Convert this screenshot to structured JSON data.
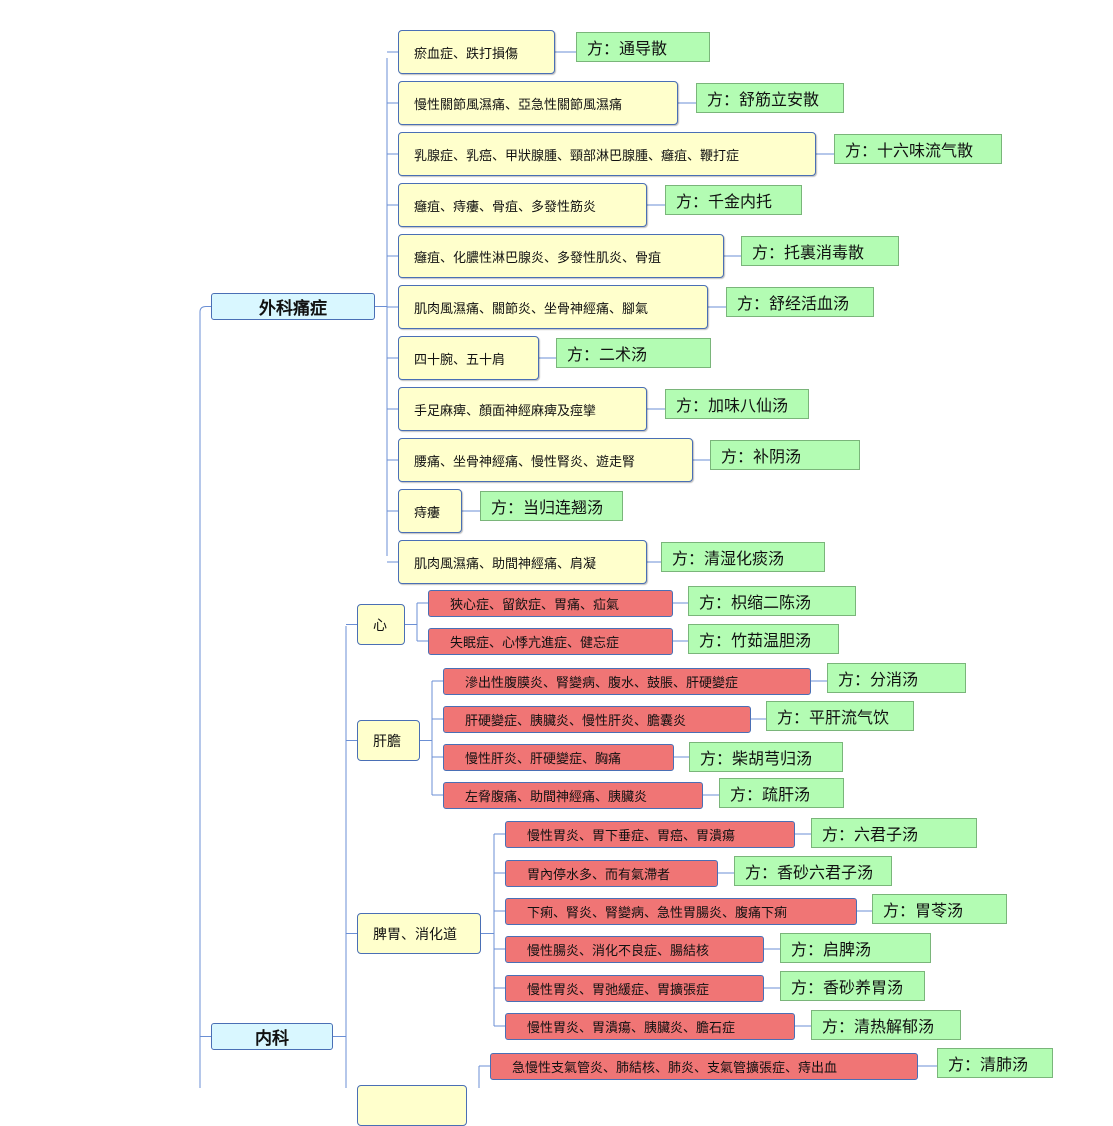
{
  "colors": {
    "category_fill": "#d9f7ff",
    "condition_fill": "#ffffcc",
    "internal_condition_fill": "#f07575",
    "prescription_fill": "#b3fcb3",
    "border": "#4a6fb5",
    "connector": "#6b8fd4"
  },
  "categories": {
    "surgical": "外科痛症",
    "internal": "内科"
  },
  "surgical_items": [
    {
      "condition": "瘀血症、跌打損傷",
      "rx": "方：通导散"
    },
    {
      "condition": "慢性關節風濕痛、亞急性關節風濕痛",
      "rx": "方：舒筋立安散"
    },
    {
      "condition": "乳腺症、乳癌、甲狀腺腫、頸部淋巴腺腫、癰疽、鞭打症",
      "rx": "方：十六味流气散"
    },
    {
      "condition": "癰疽、痔瘻、骨疽、多發性筋炎",
      "rx": "方：千金内托"
    },
    {
      "condition": "癰疽、化膿性淋巴腺炎、多發性肌炎、骨疽",
      "rx": "方：托裏消毒散"
    },
    {
      "condition": "肌肉風濕痛、關節炎、坐骨神經痛、腳氣",
      "rx": "方：舒经活血汤"
    },
    {
      "condition": "四十腕、五十肩",
      "rx": "方：二术汤"
    },
    {
      "condition": "手足麻痺、顏面神經麻痺及痙攣",
      "rx": "方：加味八仙汤"
    },
    {
      "condition": "腰痛、坐骨神經痛、慢性腎炎、遊走腎",
      "rx": "方：补阴汤"
    },
    {
      "condition": "痔瘻",
      "rx": "方：当归连翘汤"
    },
    {
      "condition": "肌肉風濕痛、助間神經痛、肩凝",
      "rx": "方：清湿化痰汤"
    }
  ],
  "internal_groups": [
    {
      "label": "心",
      "items": [
        {
          "condition": "狹心症、留飲症、胃痛、疝氣",
          "rx": "方：枳缩二陈汤"
        },
        {
          "condition": "失眠症、心悸亢進症、健忘症",
          "rx": "方：竹茹温胆汤"
        }
      ]
    },
    {
      "label": "肝膽",
      "items": [
        {
          "condition": "滲出性腹膜炎、腎變病、腹水、鼓脹、肝硬變症",
          "rx": "方：分消汤"
        },
        {
          "condition": "肝硬變症、胰臟炎、慢性肝炎、膽囊炎",
          "rx": "方：平肝流气饮"
        },
        {
          "condition": "慢性肝炎、肝硬變症、胸痛",
          "rx": "方：柴胡芎归汤"
        },
        {
          "condition": "左脅腹痛、助間神經痛、胰臟炎",
          "rx": "方：疏肝汤"
        }
      ]
    },
    {
      "label": "脾胃、消化道",
      "items": [
        {
          "condition": "慢性胃炎、胃下垂症、胃癌、胃潰瘍",
          "rx": "方：六君子汤"
        },
        {
          "condition": "胃內停水多、而有氣滯者",
          "rx": "方：香砂六君子汤"
        },
        {
          "condition": "下痢、腎炎、腎變病、急性胃腸炎、腹痛下痢",
          "rx": "方：胃苓汤"
        },
        {
          "condition": "慢性腸炎、消化不良症、腸結核",
          "rx": "方：启脾汤"
        },
        {
          "condition": "慢性胃炎、胃弛緩症、胃擴張症",
          "rx": "方：香砂养胃汤"
        },
        {
          "condition": "慢性胃炎、胃潰瘍、胰臟炎、膽石症",
          "rx": "方：清热解郁汤"
        }
      ]
    },
    {
      "label": "",
      "items": [
        {
          "condition": "急慢性支氣管炎、肺結核、肺炎、支氣管擴張症、痔出血",
          "rx": "方：清肺汤"
        }
      ]
    }
  ]
}
